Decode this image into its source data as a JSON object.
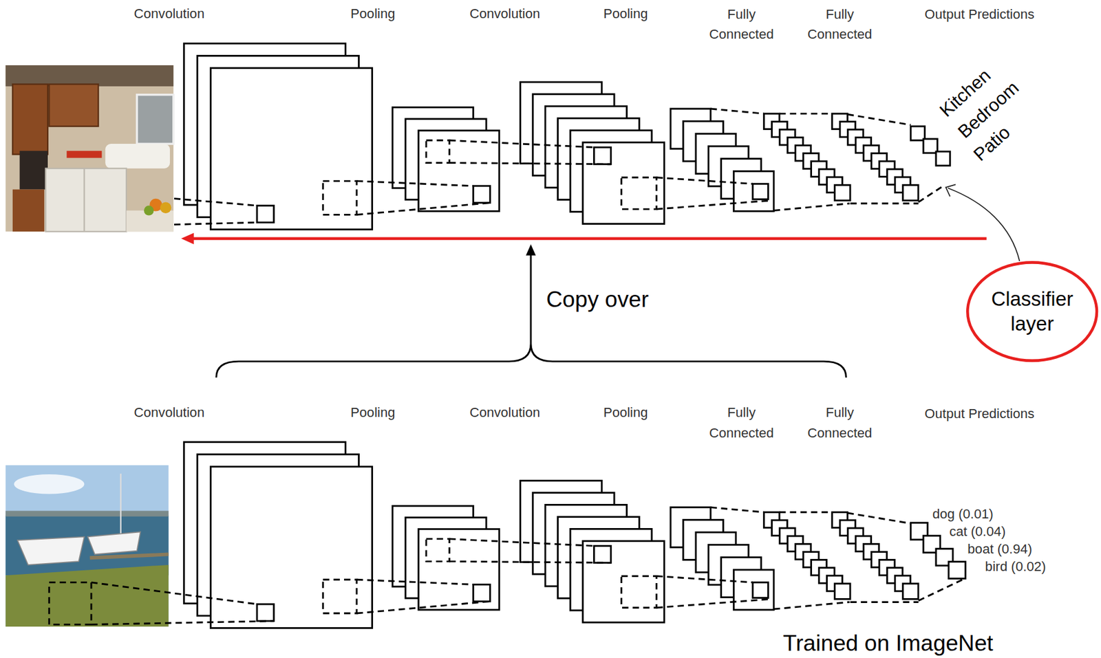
{
  "diagram": {
    "nodes": [
      {
        "text": [
          "Classifier layer"
        ]
      }
    ],
    "labels": [
      "Convolution",
      "Pooling",
      "Convolution",
      "Pooling",
      "Fully Connected",
      "Fully Connected",
      "Output Predictions",
      "Kitchen",
      "Bedroom",
      "Patio",
      "Copy over",
      "Convolution",
      "Pooling",
      "Convolution",
      "Pooling",
      "Fully Connected",
      "Fully Connected",
      "Output Predictions",
      "dog (0.01)",
      "cat (0.04)",
      "boat (0.94)",
      "bird (0.02)",
      "Trained on ImageNet"
    ]
  }
}
